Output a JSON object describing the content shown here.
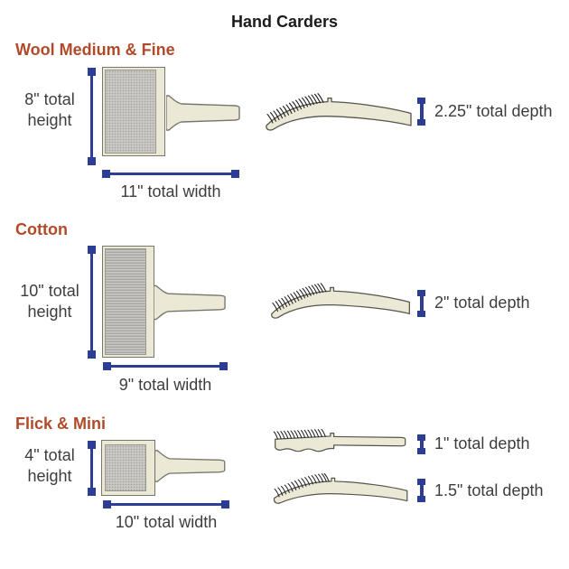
{
  "title": "Hand Carders",
  "colors": {
    "blue": "#2b3d94",
    "rust": "#b14a28",
    "wood": "#ece8d6",
    "pad": "#cac9c5",
    "text": "#3d3d3d",
    "title": "#1b1b1b"
  },
  "sections": [
    {
      "heading": "Wool Medium & Fine",
      "height_label": "8\" total height",
      "width_label": "11\" total width",
      "depth_labels": [
        "2.25\" total depth"
      ]
    },
    {
      "heading": "Cotton",
      "height_label": "10\" total height",
      "width_label": "9\" total width",
      "depth_labels": [
        "2\" total depth"
      ]
    },
    {
      "heading": "Flick & Mini",
      "height_label": "4\" total height",
      "width_label": "10\" total width",
      "depth_labels": [
        "1\" total depth",
        "1.5\" total depth"
      ]
    }
  ]
}
